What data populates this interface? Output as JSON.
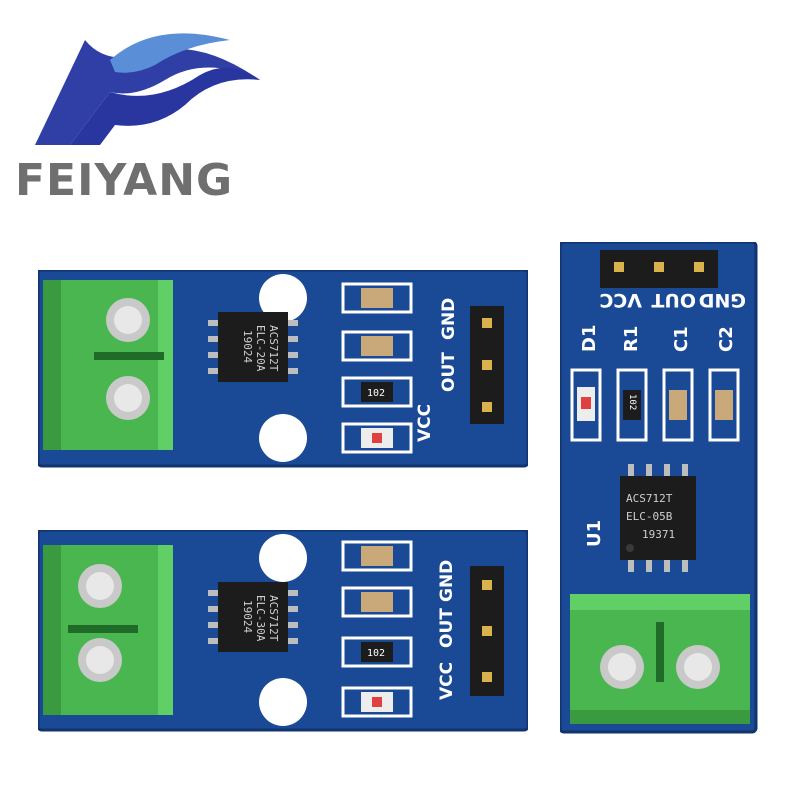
{
  "brand": {
    "name": "FEIYANG",
    "logo_icon": "wave-logo-icon",
    "colors": {
      "blue": "#2f3fa6",
      "light_blue": "#5a8fd8",
      "gray": "#6f6f6f"
    }
  },
  "boards": {
    "top_left": {
      "pin_labels": [
        "VCC",
        "OUT",
        "GND"
      ],
      "chip_lines": [
        "ACS712T",
        "ELC-20A",
        "19024"
      ],
      "resistor_code": "102"
    },
    "bottom_left": {
      "pin_labels": [
        "VCC",
        "OUT",
        "GND"
      ],
      "chip_lines": [
        "ACS712T",
        "ELC-30A",
        "19024"
      ],
      "resistor_code": "102"
    },
    "right": {
      "pin_labels": [
        "GND",
        "OUT",
        "VCC"
      ],
      "component_labels": [
        "D1",
        "R1",
        "C1",
        "C2"
      ],
      "chip_designator": "U1",
      "chip_lines": [
        "ACS712T",
        "ELC-05B",
        "19371"
      ],
      "resistor_code": "102"
    }
  },
  "colors": {
    "pcb_blue": "#1a4a96",
    "terminal_green": "#49b650",
    "header_black": "#1c1c1c"
  }
}
